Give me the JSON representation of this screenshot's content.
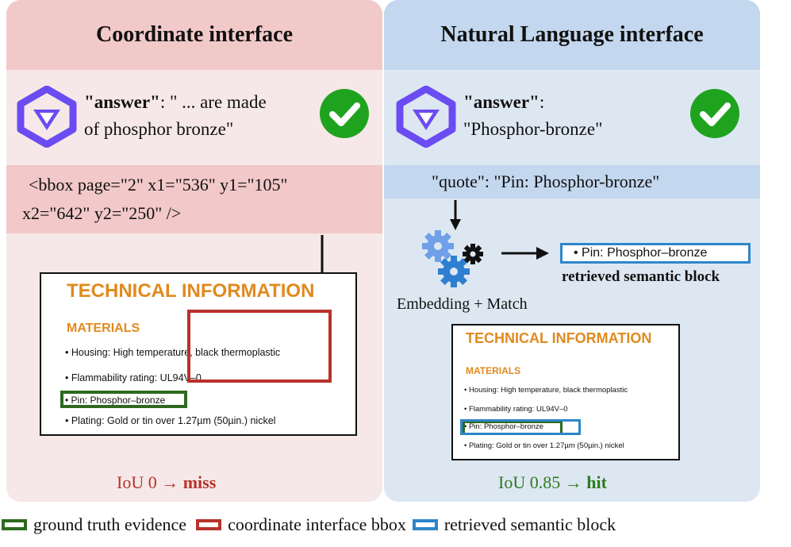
{
  "left": {
    "header": "Coordinate interface",
    "answer_key": "\"answer\"",
    "answer_value_line1": ": \" ... are made",
    "answer_value_line2": "of phosphor bronze\"",
    "bbox_line1": "<bbox page=\"2\" x1=\"536\" y1=\"105\"",
    "bbox_line2": "x2=\"642\" y2=\"250\" />",
    "result_prefix": "IoU 0 →",
    "result_word": "miss"
  },
  "right": {
    "header": "Natural Language interface",
    "answer_key": "\"answer\"",
    "answer_value_line1": ":",
    "answer_value_line2": "\"Phosphor-bronze\"",
    "quote": "\"quote\": \"Pin: Phosphor-bronze\"",
    "retrieved_block_text": "•  Pin: Phosphor–bronze",
    "retrieved_block_label": "retrieved semantic block",
    "embedding_label": "Embedding + Match",
    "result_prefix": "IoU 0.85 →",
    "result_word": "hit"
  },
  "document": {
    "title": "TECHNICAL INFORMATION",
    "section": "MATERIALS",
    "items": [
      "•  Housing: High temperature, black thermoplastic",
      "•  Flammability rating: UL94V–0",
      "•  Pin: Phosphor–bronze",
      "•  Plating: Gold or tin over 1.27µm (50µin.) nickel"
    ]
  },
  "legend": {
    "ground_truth": "ground truth evidence",
    "coordinate_bbox": "coordinate interface bbox",
    "semantic_block": "retrieved semantic block"
  },
  "colors": {
    "ground_truth": "#2d6a1f",
    "coordinate_bbox": "#b7322b",
    "semantic_block": "#2e86c9",
    "check": "#1fa31f",
    "doc_title": "#e08a1e"
  }
}
